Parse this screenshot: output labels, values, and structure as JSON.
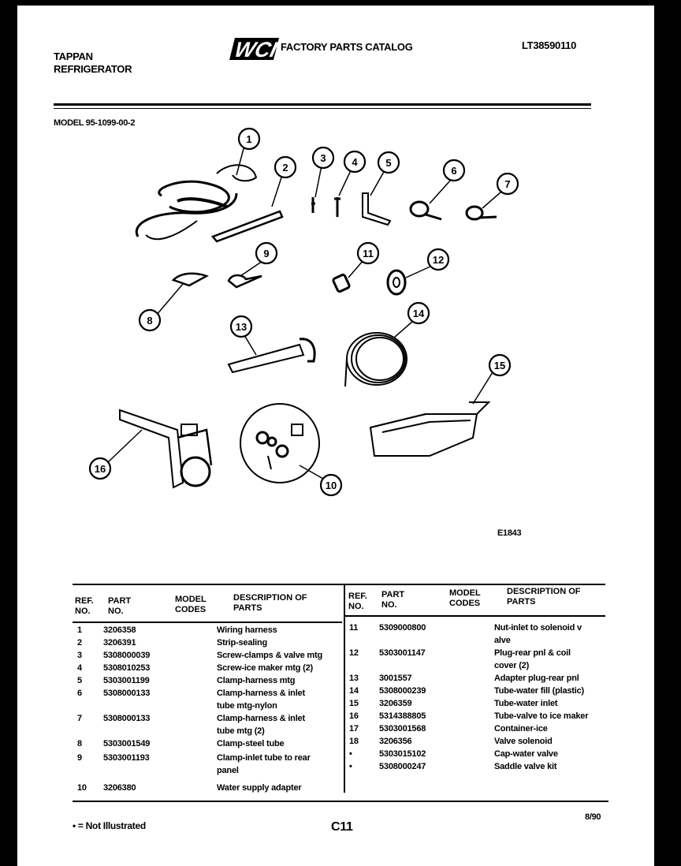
{
  "header": {
    "brand_line1": "TAPPAN",
    "brand_line2": "REFRIGERATOR",
    "logo_text": "WCI",
    "catalog_title": "FACTORY PARTS CATALOG",
    "catalog_number": "LT38590110"
  },
  "model_label": "MODEL 95-1099-00-2",
  "diagram": {
    "figure_id": "E1843",
    "callouts": [
      "1",
      "2",
      "3",
      "4",
      "5",
      "6",
      "7",
      "8",
      "9",
      "10",
      "11",
      "12",
      "13",
      "14",
      "15",
      "16"
    ]
  },
  "table": {
    "headers": {
      "ref_no": "REF. NO.",
      "part_no": "PART NO.",
      "model_codes": "MODEL CODES",
      "description": "DESCRIPTION OF PARTS"
    },
    "left_rows": [
      {
        "ref": "1",
        "part": "3206358",
        "desc": [
          "Wiring harness"
        ]
      },
      {
        "ref": "2",
        "part": "3206391",
        "desc": [
          "Strip-sealing"
        ]
      },
      {
        "ref": "3",
        "part": "5308000039",
        "desc": [
          "Screw-clamps & valve mtg"
        ]
      },
      {
        "ref": "4",
        "part": "5308010253",
        "desc": [
          "Screw-ice maker mtg (2)"
        ]
      },
      {
        "ref": "5",
        "part": "5303001199",
        "desc": [
          "Clamp-harness mtg"
        ]
      },
      {
        "ref": "6",
        "part": "5308000133",
        "desc": [
          "Clamp-harness & inlet",
          "tube mtg-nylon"
        ]
      },
      {
        "ref": "7",
        "part": "5308000133",
        "desc": [
          "Clamp-harness & inlet",
          "tube mtg (2)"
        ]
      },
      {
        "ref": "8",
        "part": "5303001549",
        "desc": [
          "Clamp-steel tube"
        ]
      },
      {
        "ref": "9",
        "part": "5303001193",
        "desc": [
          "Clamp-inlet tube to rear",
          "panel"
        ]
      },
      {
        "ref": "10",
        "part": "3206380",
        "desc": [
          "Water supply adapter"
        ]
      }
    ],
    "right_rows": [
      {
        "ref": "11",
        "part": "5309000800",
        "desc": [
          "Nut-inlet to solenoid v",
          "alve"
        ]
      },
      {
        "ref": "12",
        "part": "5303001147",
        "desc": [
          "Plug-rear pnl & coil",
          "cover (2)"
        ]
      },
      {
        "ref": "13",
        "part": "3001557",
        "desc": [
          "Adapter plug-rear pnl"
        ]
      },
      {
        "ref": "14",
        "part": "5308000239",
        "desc": [
          "Tube-water fill (plastic)"
        ]
      },
      {
        "ref": "15",
        "part": "3206359",
        "desc": [
          "Tube-water inlet"
        ]
      },
      {
        "ref": "16",
        "part": "5314388805",
        "desc": [
          "Tube-valve to ice maker"
        ]
      },
      {
        "ref": "17",
        "part": "5303001568",
        "desc": [
          "Container-ice"
        ]
      },
      {
        "ref": "18",
        "part": "3206356",
        "desc": [
          "Valve solenoid"
        ]
      },
      {
        "ref": "•",
        "part": "5303015102",
        "desc": [
          "Cap-water valve"
        ]
      },
      {
        "ref": "•",
        "part": "5308000247",
        "desc": [
          "Saddle valve kit"
        ]
      }
    ]
  },
  "footer": {
    "note": "• = Not Illustrated",
    "page": "C11",
    "date": "8/90"
  }
}
